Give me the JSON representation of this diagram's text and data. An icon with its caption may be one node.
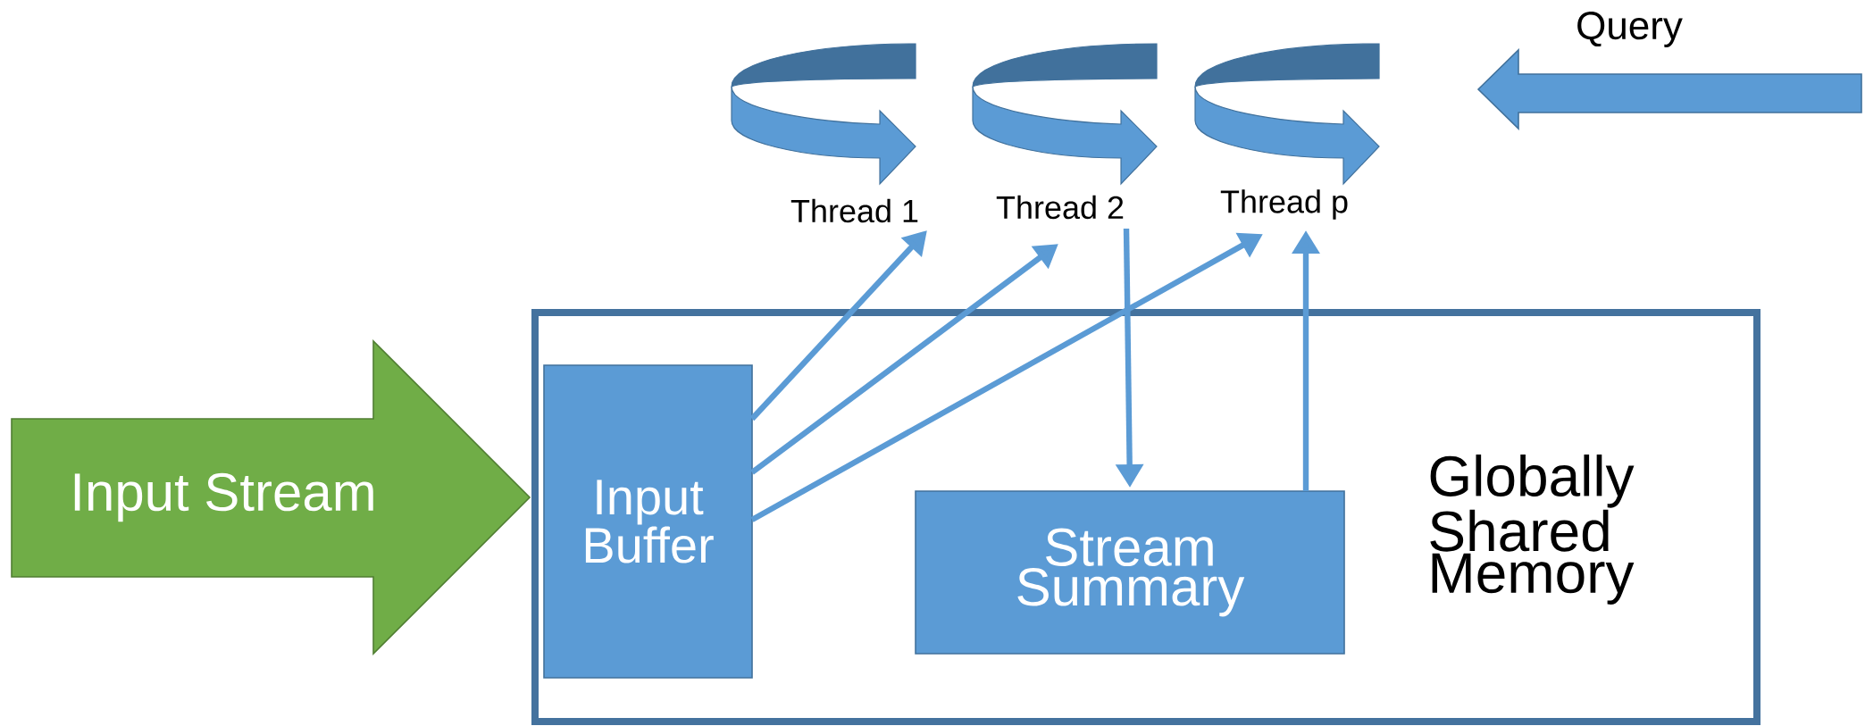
{
  "diagram": {
    "nodes": [
      {
        "text": [
          "Input Stream"
        ]
      },
      {
        "text": [
          "Globally Shared Memory"
        ]
      },
      {
        "text": [
          "Input Buffer"
        ],
        "in": 1
      },
      {
        "text": [
          "Stream Summary"
        ],
        "in": 1
      },
      {
        "text": [
          "Thread 1"
        ]
      },
      {
        "text": [
          "Thread 2"
        ]
      },
      {
        "text": [
          "Thread p"
        ]
      },
      {
        "text": [
          "Query"
        ]
      }
    ],
    "edges": [
      {
        "from": 2,
        "to": 4,
        "arrow": "to"
      },
      {
        "from": 2,
        "to": 5,
        "arrow": "to"
      },
      {
        "from": 2,
        "to": 6,
        "arrow": "to"
      },
      {
        "from": 5,
        "to": 3,
        "arrow": "to"
      },
      {
        "from": 3,
        "to": 6,
        "arrow": "to"
      }
    ]
  }
}
